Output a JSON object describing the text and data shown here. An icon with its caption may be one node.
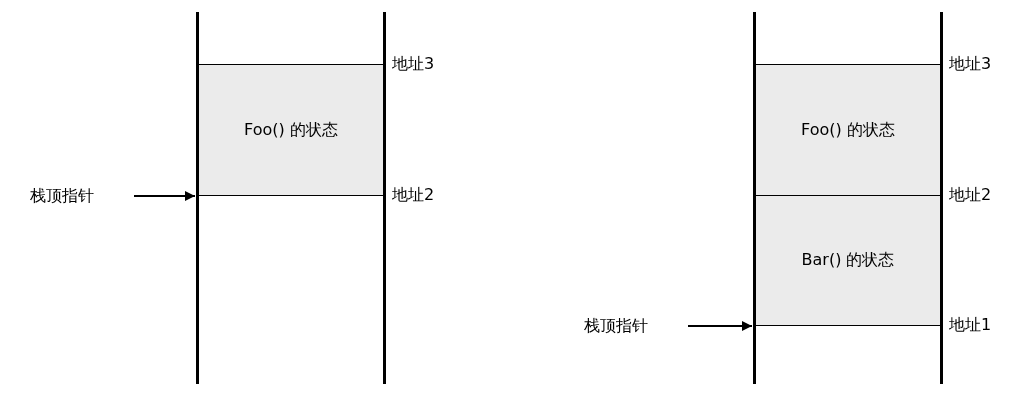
{
  "diagram": {
    "nodes": [
      {
        "text": [],
        "shape": "box"
      },
      {
        "text": [
          "Foo() 的状态"
        ],
        "in": 0
      },
      {
        "text": [
          "栈顶指针"
        ]
      },
      {
        "text": [],
        "shape": "box"
      },
      {
        "text": [
          "Foo() 的状态"
        ],
        "in": 3
      },
      {
        "text": [
          "Bar() 的状态"
        ],
        "in": 3
      },
      {
        "text": [
          "栈顶指针"
        ]
      }
    ],
    "edges": [
      {
        "from": 2,
        "to": 0,
        "arrow": "to"
      },
      {
        "from": 6,
        "to": 3,
        "arrow": "to"
      }
    ],
    "labels": [
      "地址3",
      "地址2",
      "地址3",
      "地址2",
      "地址1"
    ]
  }
}
